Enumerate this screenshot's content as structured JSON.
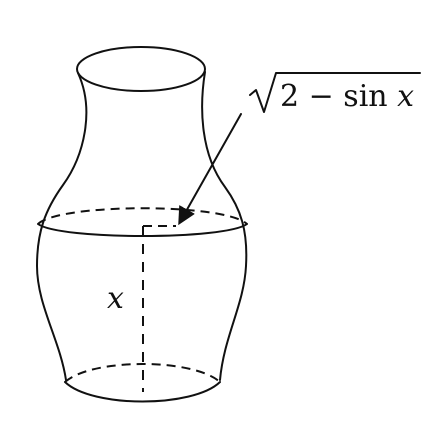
{
  "figure": {
    "radius_label": {
      "radical_content_prefix": "2 − sin ",
      "radical_content_var": "x"
    },
    "height_label": "x"
  }
}
